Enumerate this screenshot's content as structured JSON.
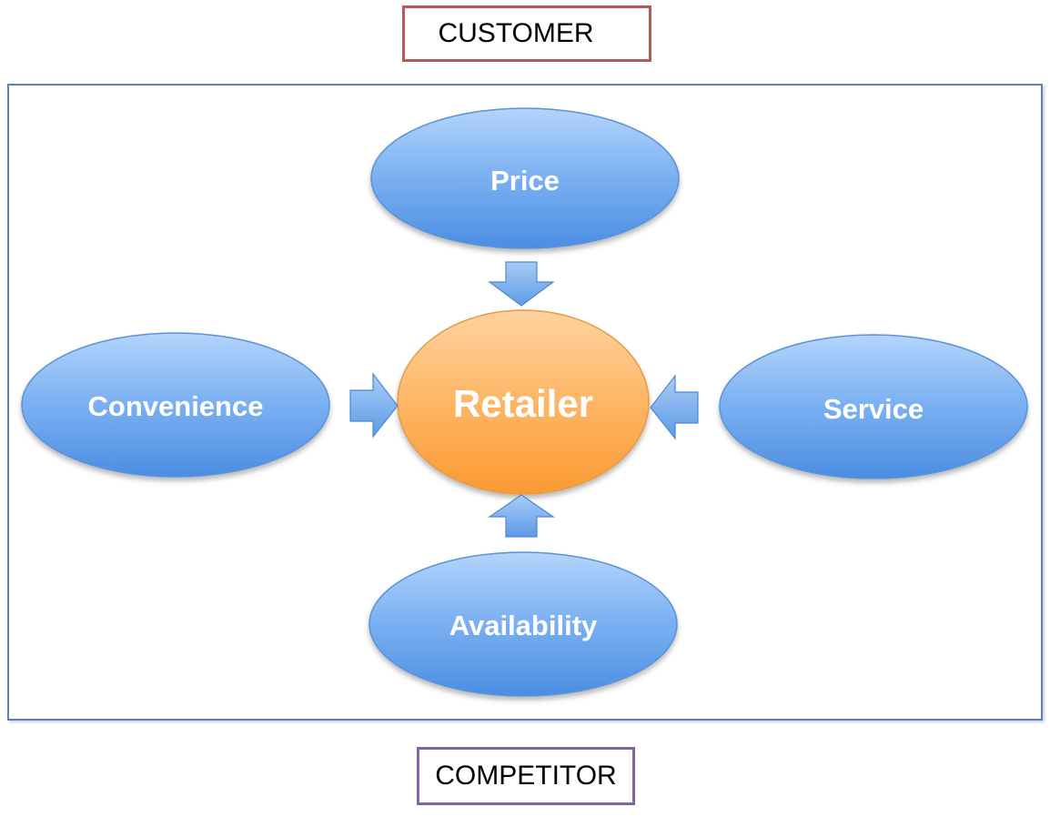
{
  "top_label": "CUSTOMER",
  "bottom_label": "COMPETITOR",
  "center_node": "Retailer",
  "factors": {
    "top": "Price",
    "left": "Convenience",
    "right": "Service",
    "bottom": "Availability"
  },
  "colors": {
    "customer_border": "#b55a57",
    "competitor_border": "#8166a5",
    "frame_border": "#5b82b8",
    "factor_fill": "#6fa8ec",
    "center_fill": "#fca446",
    "arrow_fill": "#6fa8ec"
  }
}
